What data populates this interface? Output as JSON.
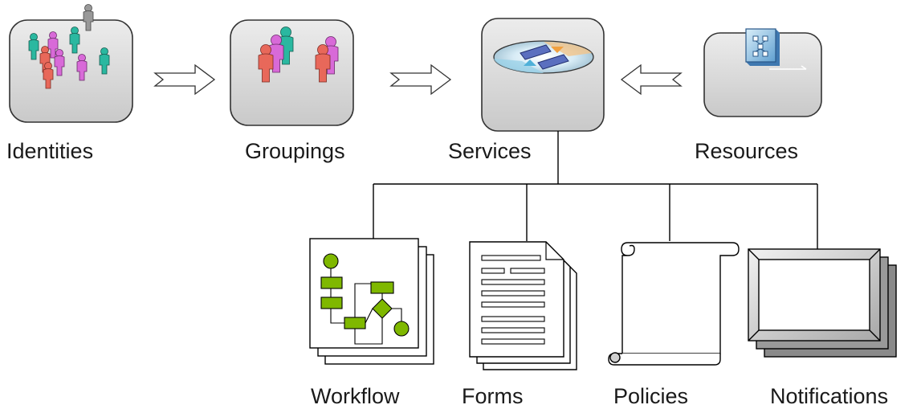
{
  "top_nodes": [
    {
      "label": "Identities",
      "icon": "people-crowd-icon"
    },
    {
      "label": "Groupings",
      "icon": "people-group-icon"
    },
    {
      "label": "Services",
      "icon": "service-exchange-icon"
    },
    {
      "label": "Resources",
      "icon": "resource-network-icon"
    }
  ],
  "bottom_nodes": [
    {
      "label": "Workflow",
      "icon": "workflow-icon"
    },
    {
      "label": "Forms",
      "icon": "forms-icon"
    },
    {
      "label": "Policies",
      "icon": "policy-scroll-icon"
    },
    {
      "label": "Notifications",
      "icon": "notification-window-icon"
    }
  ],
  "colors": {
    "box_fill": "#d9d9d9",
    "box_stroke": "#333333",
    "workflow_green": "#7fb800",
    "person_red": "#e8685a",
    "person_pink": "#d86ad8",
    "person_teal": "#2ab8a0"
  }
}
